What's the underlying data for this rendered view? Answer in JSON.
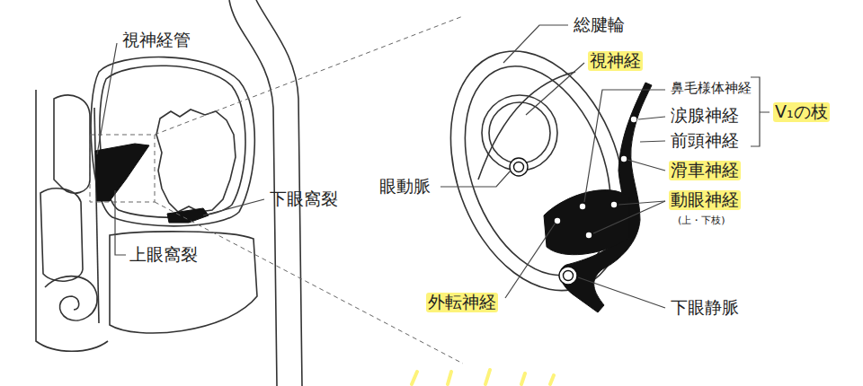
{
  "diagram": {
    "labels": [
      "視神経管",
      "上眼窩裂",
      "下眼窩裂",
      "総腱輪",
      "視神経",
      "鼻毛様体神経",
      "涙腺神経",
      "前頭神経",
      "V₁の枝",
      "眼動脈",
      "滑車神経",
      "動眼神経",
      "(上・下枝)",
      "外転神経",
      "下眼静脈"
    ]
  }
}
